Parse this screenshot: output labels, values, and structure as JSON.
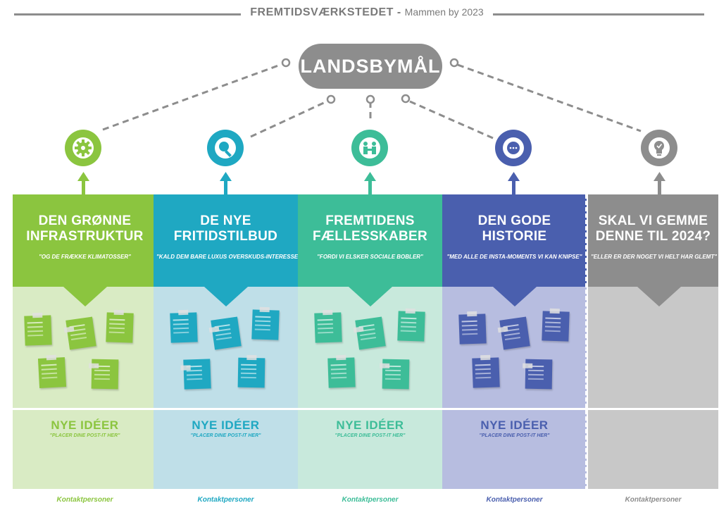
{
  "header": {
    "title": "FREMTIDSVÆRKSTEDET",
    "separator": " - ",
    "subtitle": "Mammen by 2023"
  },
  "goal": {
    "label": "LANDSBYMÅL"
  },
  "colors": {
    "green": "#8bc53f",
    "cyan": "#1fa8c2",
    "teal": "#3dbd98",
    "blue": "#4a5fae",
    "gray": "#8d8d8d",
    "green_light": "#d9ebc4",
    "cyan_light": "#bfdfe8",
    "teal_light": "#c8e9dc",
    "blue_light": "#b7bde0",
    "gray_light": "#c8c8c8"
  },
  "columns": [
    {
      "title_line1": "DEN GRØNNE",
      "title_line2": "INFRASTRUKTUR",
      "subtitle": "\"OG DE FRÆKKE KLIMATOSSER\"",
      "icon": "gear-icon",
      "new_ideas": "NYE IDÉER",
      "new_ideas_sub": "\"PLACER DINE POST-IT HER\"",
      "contact": "Kontaktpersoner"
    },
    {
      "title_line1": "DE NYE",
      "title_line2": "FRITIDSTILBUD",
      "subtitle": "\"KALD DEM BARE LUXUS OVERSKUDS-INTERESSER\"",
      "icon": "magnifier-icon",
      "new_ideas": "NYE IDÉER",
      "new_ideas_sub": "\"PLACER DINE POST-IT HER\"",
      "contact": "Kontaktpersoner"
    },
    {
      "title_line1": "FREMTIDENS",
      "title_line2": "FÆLLESSKABER",
      "subtitle": "\"FORDI VI ELSKER SOCIALE BOBLER\"",
      "icon": "handshake-icon",
      "new_ideas": "NYE IDÉER",
      "new_ideas_sub": "\"PLACER DINE POST-IT HER\"",
      "contact": "Kontaktpersoner"
    },
    {
      "title_line1": "DEN GODE",
      "title_line2": "HISTORIE",
      "subtitle": "\"MED ALLE DE INSTA-MOMENTS VI KAN KNIPSE\"",
      "icon": "speech-bubble-icon",
      "new_ideas": "NYE IDÉER",
      "new_ideas_sub": "\"PLACER DINE POST-IT HER\"",
      "contact": "Kontaktpersoner"
    },
    {
      "title_line1": "SKAL VI GEMME",
      "title_line2": "DENNE TIL 2024?",
      "subtitle": "\"ELLER ER DER NOGET VI HELT HAR GLEMT\"",
      "icon": "lightbulb-icon",
      "new_ideas": "",
      "new_ideas_sub": "",
      "contact": "Kontaktpersoner"
    }
  ]
}
